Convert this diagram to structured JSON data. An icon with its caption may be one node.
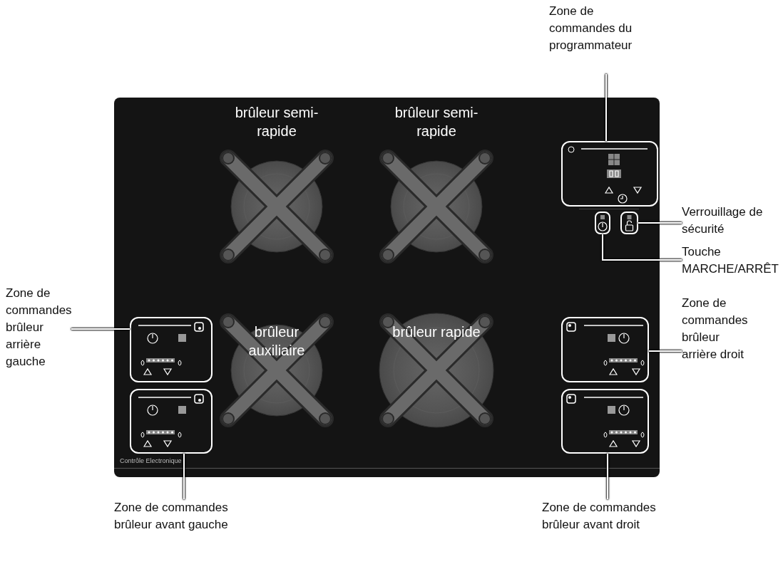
{
  "diagram": {
    "nodes": [
      {
        "text": [],
        "shape": "box"
      },
      {
        "text": [
          "brûleur semi-rapide"
        ],
        "in": 0
      },
      {
        "text": [
          "brûleur semi-rapide"
        ],
        "in": 0
      },
      {
        "text": [
          "brûleur auxiliaire"
        ],
        "in": 0
      },
      {
        "text": [
          "brûleur rapide"
        ],
        "in": 0
      },
      {
        "text": [],
        "shape": "box",
        "in": 0
      },
      {
        "text": [],
        "shape": "box",
        "in": 0
      },
      {
        "text": [],
        "shape": "box",
        "in": 0
      },
      {
        "text": [],
        "shape": "box",
        "in": 0
      },
      {
        "text": [],
        "shape": "box",
        "in": 0
      },
      {
        "text": [],
        "shape": "box",
        "in": 0
      },
      {
        "text": [],
        "shape": "box",
        "in": 0
      },
      {
        "text": [
          "Zone de commandes du programmateur"
        ]
      },
      {
        "text": [
          "Verrouillage de sécurité"
        ]
      },
      {
        "text": [
          "Touche MARCHE/ARRÊT"
        ]
      },
      {
        "text": [
          "Zone de commandes brûleur arrière gauche"
        ]
      },
      {
        "text": [
          "Zone de commandes brûleur arrière droit"
        ]
      },
      {
        "text": [
          "Zone de commandes brûleur avant gauche"
        ]
      },
      {
        "text": [
          "Zone de commandes brûleur avant droit"
        ]
      }
    ],
    "edges": [
      {
        "from": 12,
        "to": 5,
        "arrow": "none"
      },
      {
        "from": 13,
        "to": 7,
        "arrow": "none"
      },
      {
        "from": 14,
        "to": 6,
        "arrow": "none"
      },
      {
        "from": 15,
        "to": 8,
        "arrow": "none"
      },
      {
        "from": 16,
        "to": 10,
        "arrow": "none"
      },
      {
        "from": 17,
        "to": 9,
        "arrow": "none"
      },
      {
        "from": 18,
        "to": 11,
        "arrow": "none"
      }
    ],
    "labels": [
      "Contrôle Electronique"
    ]
  }
}
